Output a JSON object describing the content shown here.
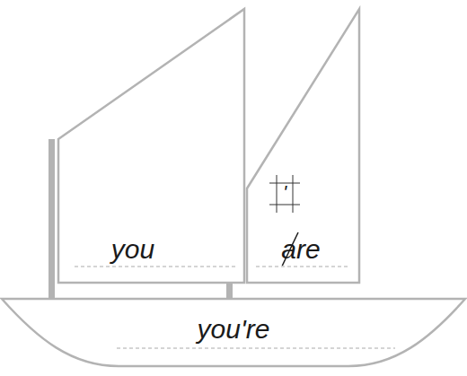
{
  "diagram": {
    "nodes": [
      {
        "text": [
          "you"
        ]
      },
      {
        "text": [
          "are"
        ]
      },
      {
        "text": [
          "'"
        ],
        "in": 1
      },
      {
        "text": [
          "you're"
        ]
      }
    ]
  }
}
